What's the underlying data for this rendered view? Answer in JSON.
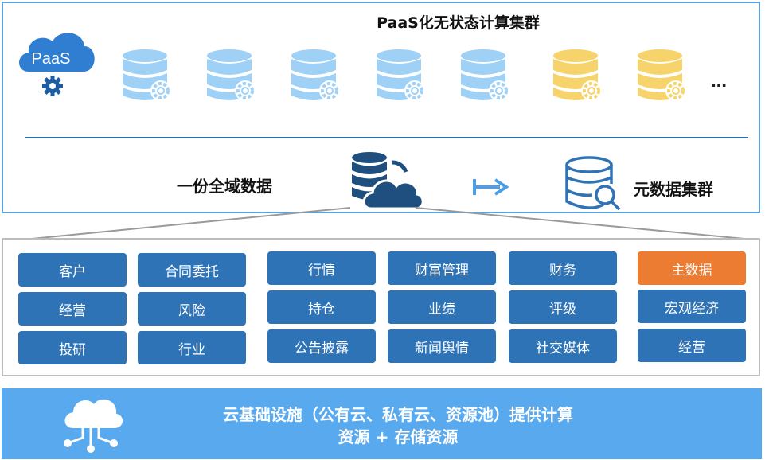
{
  "header": {
    "title": "PaaS化无状态计算集群",
    "cloud_badge": "PaaS",
    "ellipsis": "…"
  },
  "data_flow": {
    "left_label": "一份全域数据",
    "right_label": "元数据集群"
  },
  "domains": {
    "col1": [
      "客户",
      "经营",
      "投研"
    ],
    "col2": [
      "合同委托",
      "风险",
      "行业"
    ],
    "col3": [
      "行情",
      "持仓",
      "公告披露"
    ],
    "col4": [
      "财富管理",
      "业绩",
      "新闻舆情"
    ],
    "col5": [
      "财务",
      "评级",
      "社交媒体"
    ],
    "col6": [
      "主数据",
      "宏观经济",
      "经营"
    ]
  },
  "infrastructure": {
    "line1": "云基础设施（公有云、私有云、资源池）提供计算",
    "line2": "资源 + 存储资源"
  },
  "colors": {
    "blue_db": "#9fd0f5",
    "yellow_db": "#f6d36b",
    "tag_blue": "#2f73b7",
    "tag_orange": "#ec7c31",
    "bar_blue": "#59a9ee",
    "dark_navy": "#1f4f7f"
  },
  "icons": {
    "cloud_badge": "cloud-icon",
    "gear": "gear-icon",
    "database": "database-icon",
    "cloud_database": "cloud-database-icon",
    "arrow": "arrow-right-icon",
    "search_database": "database-search-icon",
    "cloud_network": "cloud-network-icon"
  }
}
